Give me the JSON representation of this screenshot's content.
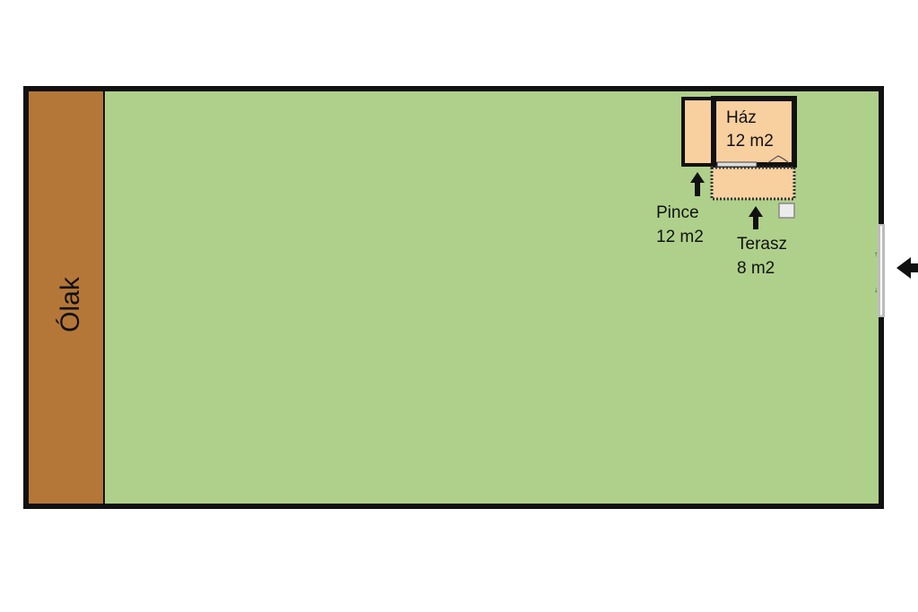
{
  "plot": {
    "olak_label": "Ólak",
    "haz": {
      "name": "Ház",
      "area": "12 m2"
    },
    "pince": {
      "name": "Pince",
      "area": "12 m2"
    },
    "terasz": {
      "name": "Terasz",
      "area": "8 m2"
    }
  },
  "colors": {
    "garden": "#afd08a",
    "stable": "#b57738",
    "room": "#f8cf9f",
    "wall": "#111111",
    "gate": "#bcbcbc"
  }
}
